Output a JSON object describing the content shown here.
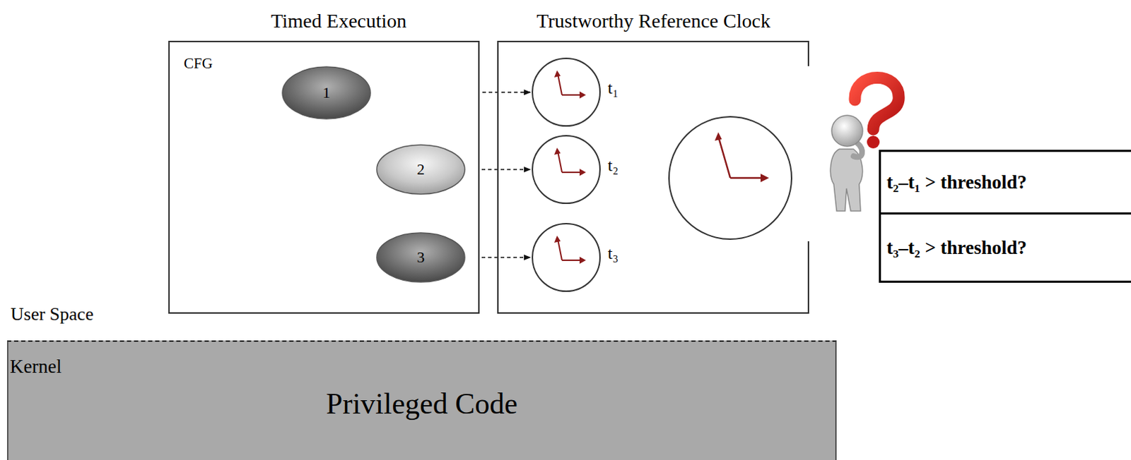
{
  "diagram": {
    "nodes": [
      {
        "text": [
          "Timed Execution",
          "CFG"
        ]
      },
      {
        "text": [
          "1"
        ],
        "in": 0
      },
      {
        "text": [
          "2"
        ],
        "in": 0
      },
      {
        "text": [
          "3"
        ],
        "in": 0
      },
      {
        "text": [
          "Trustworthy Reference Clock"
        ]
      },
      {
        "text": [
          "t₁"
        ],
        "in": 4
      },
      {
        "text": [
          "t₂"
        ],
        "in": 4
      },
      {
        "text": [
          "t₃"
        ],
        "in": 4
      },
      {
        "text": [
          "t₂–t₁ > threshold?"
        ]
      },
      {
        "text": [
          "t₃–t₂ > threshold?"
        ]
      },
      {
        "text": [
          "Kernel",
          "Privileged Code"
        ]
      }
    ],
    "edges": [
      {
        "from": 1,
        "to": 2,
        "arrow": "to"
      },
      {
        "from": 2,
        "to": 3,
        "arrow": "to"
      },
      {
        "from": 1,
        "to": 5,
        "arrow": "to"
      },
      {
        "from": 2,
        "to": 6,
        "arrow": "to"
      },
      {
        "from": 3,
        "to": 7,
        "arrow": "to"
      }
    ],
    "labels": [
      "User Space"
    ]
  }
}
